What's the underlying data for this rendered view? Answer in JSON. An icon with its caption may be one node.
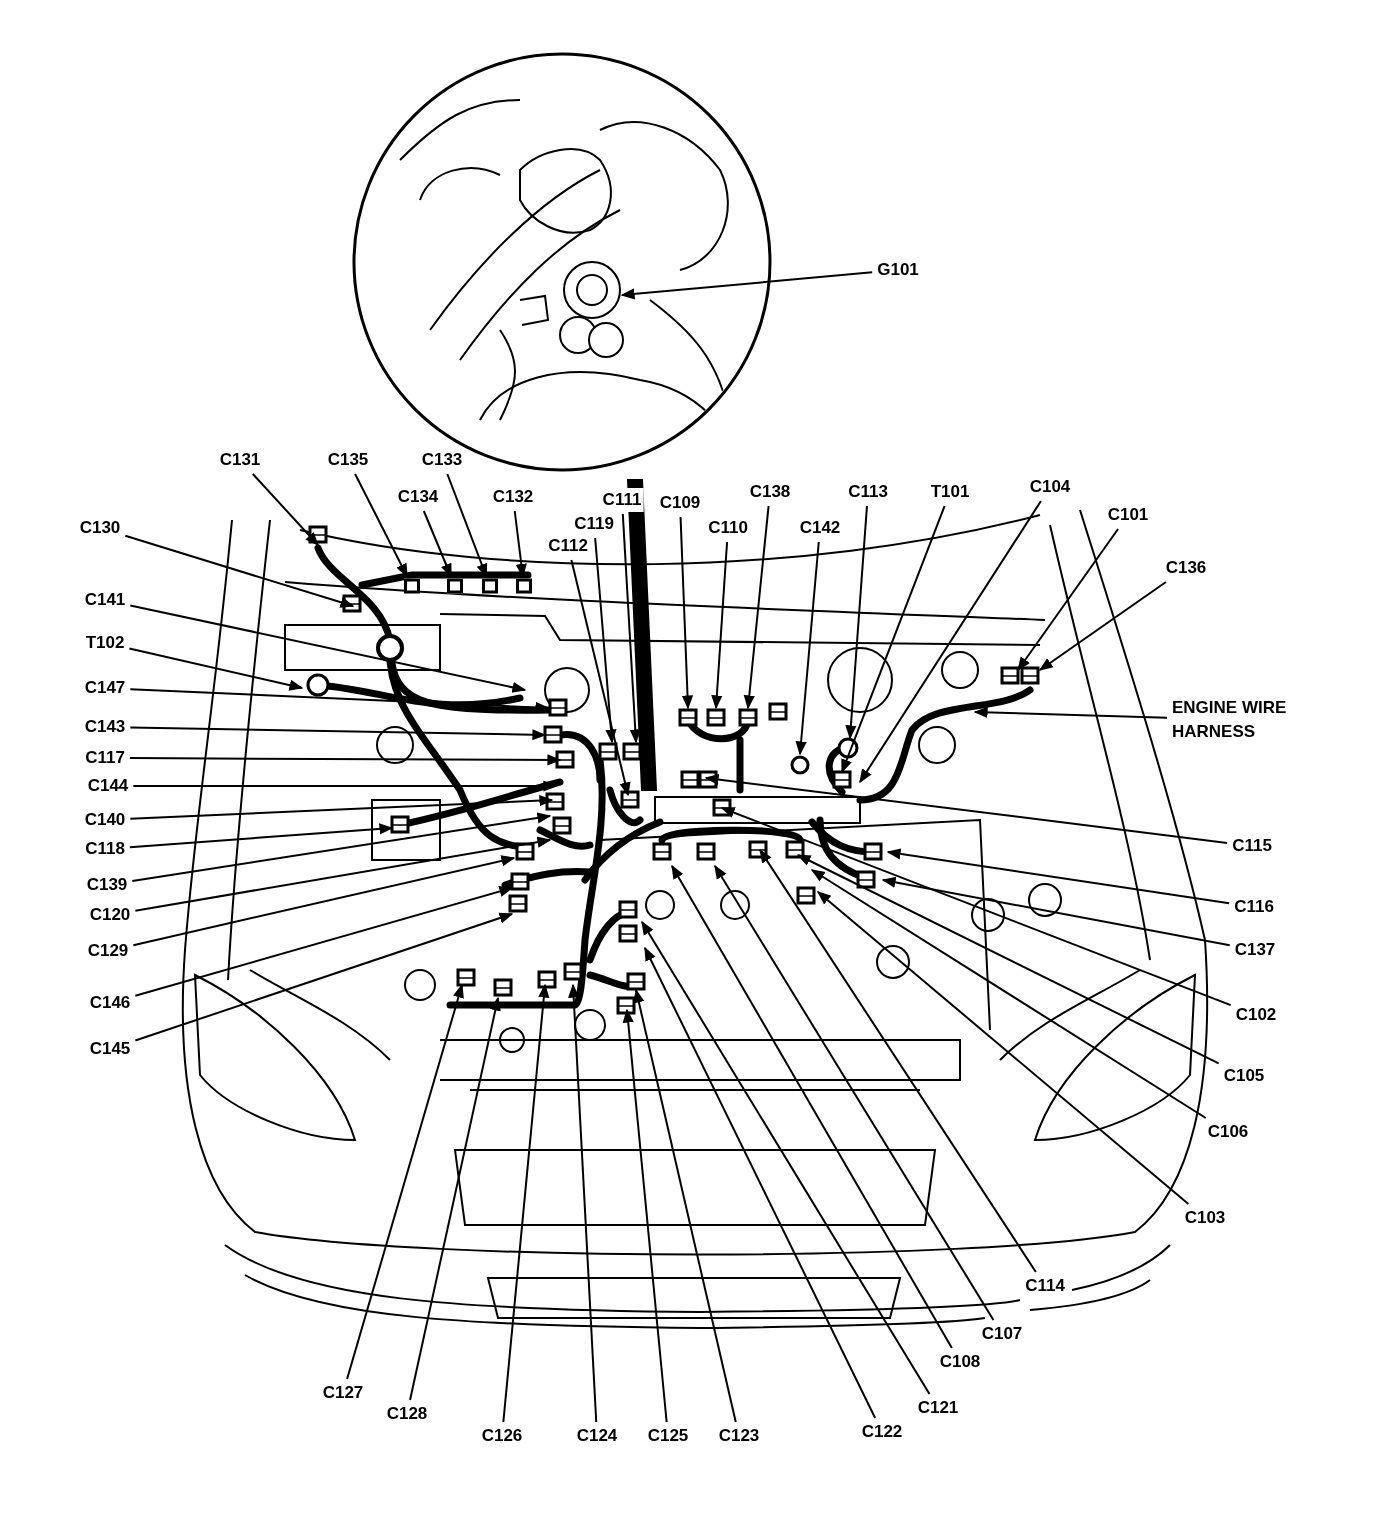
{
  "diagram": {
    "nodes": [
      {
        "text": [
          "G101"
        ]
      },
      {
        "text": [
          "C131"
        ]
      },
      {
        "text": [
          "C135"
        ]
      },
      {
        "text": [
          "C133"
        ]
      },
      {
        "text": [
          "C138"
        ]
      },
      {
        "text": [
          "C113"
        ]
      },
      {
        "text": [
          "T101"
        ]
      },
      {
        "text": [
          "C104"
        ]
      },
      {
        "text": [
          "C134"
        ]
      },
      {
        "text": [
          "C132"
        ]
      },
      {
        "text": [
          "C111"
        ]
      },
      {
        "text": [
          "C109"
        ]
      },
      {
        "text": [
          "C101"
        ]
      },
      {
        "text": [
          "C130"
        ]
      },
      {
        "text": [
          "C119"
        ]
      },
      {
        "text": [
          "C110"
        ]
      },
      {
        "text": [
          "C142"
        ]
      },
      {
        "text": [
          "C112"
        ]
      },
      {
        "text": [
          "C136"
        ]
      },
      {
        "text": [
          "C141"
        ]
      },
      {
        "text": [
          "T102"
        ]
      },
      {
        "text": [
          "C147"
        ]
      },
      {
        "text": [
          "ENGINE WIRE HARNESS"
        ]
      },
      {
        "text": [
          "C143"
        ]
      },
      {
        "text": [
          "C117"
        ]
      },
      {
        "text": [
          "C144"
        ]
      },
      {
        "text": [
          "C140"
        ]
      },
      {
        "text": [
          "C115"
        ]
      },
      {
        "text": [
          "C118"
        ]
      },
      {
        "text": [
          "C139"
        ]
      },
      {
        "text": [
          "C116"
        ]
      },
      {
        "text": [
          "C120"
        ]
      },
      {
        "text": [
          "C137"
        ]
      },
      {
        "text": [
          "C129"
        ]
      },
      {
        "text": [
          "C146"
        ]
      },
      {
        "text": [
          "C102"
        ]
      },
      {
        "text": [
          "C145"
        ]
      },
      {
        "text": [
          "C105"
        ]
      },
      {
        "text": [
          "C106"
        ]
      },
      {
        "text": [
          "C103"
        ]
      },
      {
        "text": [
          "C114"
        ]
      },
      {
        "text": [
          "C107"
        ]
      },
      {
        "text": [
          "C108"
        ]
      },
      {
        "text": [
          "C127"
        ]
      },
      {
        "text": [
          "C121"
        ]
      },
      {
        "text": [
          "C128"
        ]
      },
      {
        "text": [
          "C122"
        ]
      },
      {
        "text": [
          "C126"
        ]
      },
      {
        "text": [
          "C124"
        ]
      },
      {
        "text": [
          "C125"
        ]
      },
      {
        "text": [
          "C123"
        ]
      },
      {
        "text": [],
        "shape": "box"
      },
      {
        "text": [],
        "shape": "box"
      },
      {
        "text": [],
        "shape": "box"
      },
      {
        "text": [],
        "shape": "box"
      }
    ],
    "edges": [
      {
        "from": 0,
        "to": null,
        "arrow": "to"
      },
      {
        "from": 1,
        "to": null,
        "arrow": "to"
      },
      {
        "from": 2,
        "to": 51,
        "arrow": "to"
      },
      {
        "from": 3,
        "to": 53,
        "arrow": "to"
      },
      {
        "from": 4,
        "to": null,
        "arrow": "to"
      },
      {
        "from": 5,
        "to": null,
        "arrow": "to"
      },
      {
        "from": 6,
        "to": null,
        "arrow": "to"
      },
      {
        "from": 7,
        "to": null,
        "arrow": "to"
      },
      {
        "from": 8,
        "to": 52,
        "arrow": "to"
      },
      {
        "from": 9,
        "to": 54,
        "arrow": "to"
      },
      {
        "from": 10,
        "to": null,
        "arrow": "to"
      },
      {
        "from": 11,
        "to": null,
        "arrow": "to"
      },
      {
        "from": 12,
        "to": null,
        "arrow": "to"
      },
      {
        "from": 13,
        "to": null,
        "arrow": "to"
      },
      {
        "from": 14,
        "to": null,
        "arrow": "to"
      },
      {
        "from": 15,
        "to": null,
        "arrow": "to"
      },
      {
        "from": 16,
        "to": null,
        "arrow": "to"
      },
      {
        "from": 17,
        "to": null,
        "arrow": "to"
      },
      {
        "from": 18,
        "to": null,
        "arrow": "to"
      },
      {
        "from": 19,
        "to": null,
        "arrow": "to"
      },
      {
        "from": 20,
        "to": null,
        "arrow": "to"
      },
      {
        "from": 21,
        "to": null,
        "arrow": "to"
      },
      {
        "from": 22,
        "to": null,
        "arrow": "to"
      },
      {
        "from": 23,
        "to": null,
        "arrow": "to"
      },
      {
        "from": 24,
        "to": null,
        "arrow": "to"
      },
      {
        "from": 25,
        "to": null,
        "arrow": "to"
      },
      {
        "from": 26,
        "to": null,
        "arrow": "to"
      },
      {
        "from": 27,
        "to": null,
        "arrow": "to"
      },
      {
        "from": 28,
        "to": null,
        "arrow": "to"
      },
      {
        "from": 29,
        "to": null,
        "arrow": "to"
      },
      {
        "from": 30,
        "to": null,
        "arrow": "to"
      },
      {
        "from": 31,
        "to": null,
        "arrow": "to"
      },
      {
        "from": 32,
        "to": null,
        "arrow": "to"
      },
      {
        "from": 33,
        "to": null,
        "arrow": "to"
      },
      {
        "from": 34,
        "to": null,
        "arrow": "to"
      },
      {
        "from": 35,
        "to": null,
        "arrow": "to"
      },
      {
        "from": 36,
        "to": null,
        "arrow": "to"
      },
      {
        "from": 37,
        "to": null,
        "arrow": "to"
      },
      {
        "from": 38,
        "to": null,
        "arrow": "to"
      },
      {
        "from": 39,
        "to": null,
        "arrow": "to"
      },
      {
        "from": 40,
        "to": null,
        "arrow": "to"
      },
      {
        "from": 41,
        "to": null,
        "arrow": "to"
      },
      {
        "from": 42,
        "to": null,
        "arrow": "to"
      },
      {
        "from": 43,
        "to": null,
        "arrow": "to"
      },
      {
        "from": 44,
        "to": null,
        "arrow": "to"
      },
      {
        "from": 45,
        "to": null,
        "arrow": "to"
      },
      {
        "from": 46,
        "to": null,
        "arrow": "to"
      },
      {
        "from": 47,
        "to": null,
        "arrow": "to"
      },
      {
        "from": 48,
        "to": null,
        "arrow": "to"
      },
      {
        "from": 49,
        "to": null,
        "arrow": "to"
      },
      {
        "from": 50,
        "to": null,
        "arrow": "to"
      }
    ]
  }
}
